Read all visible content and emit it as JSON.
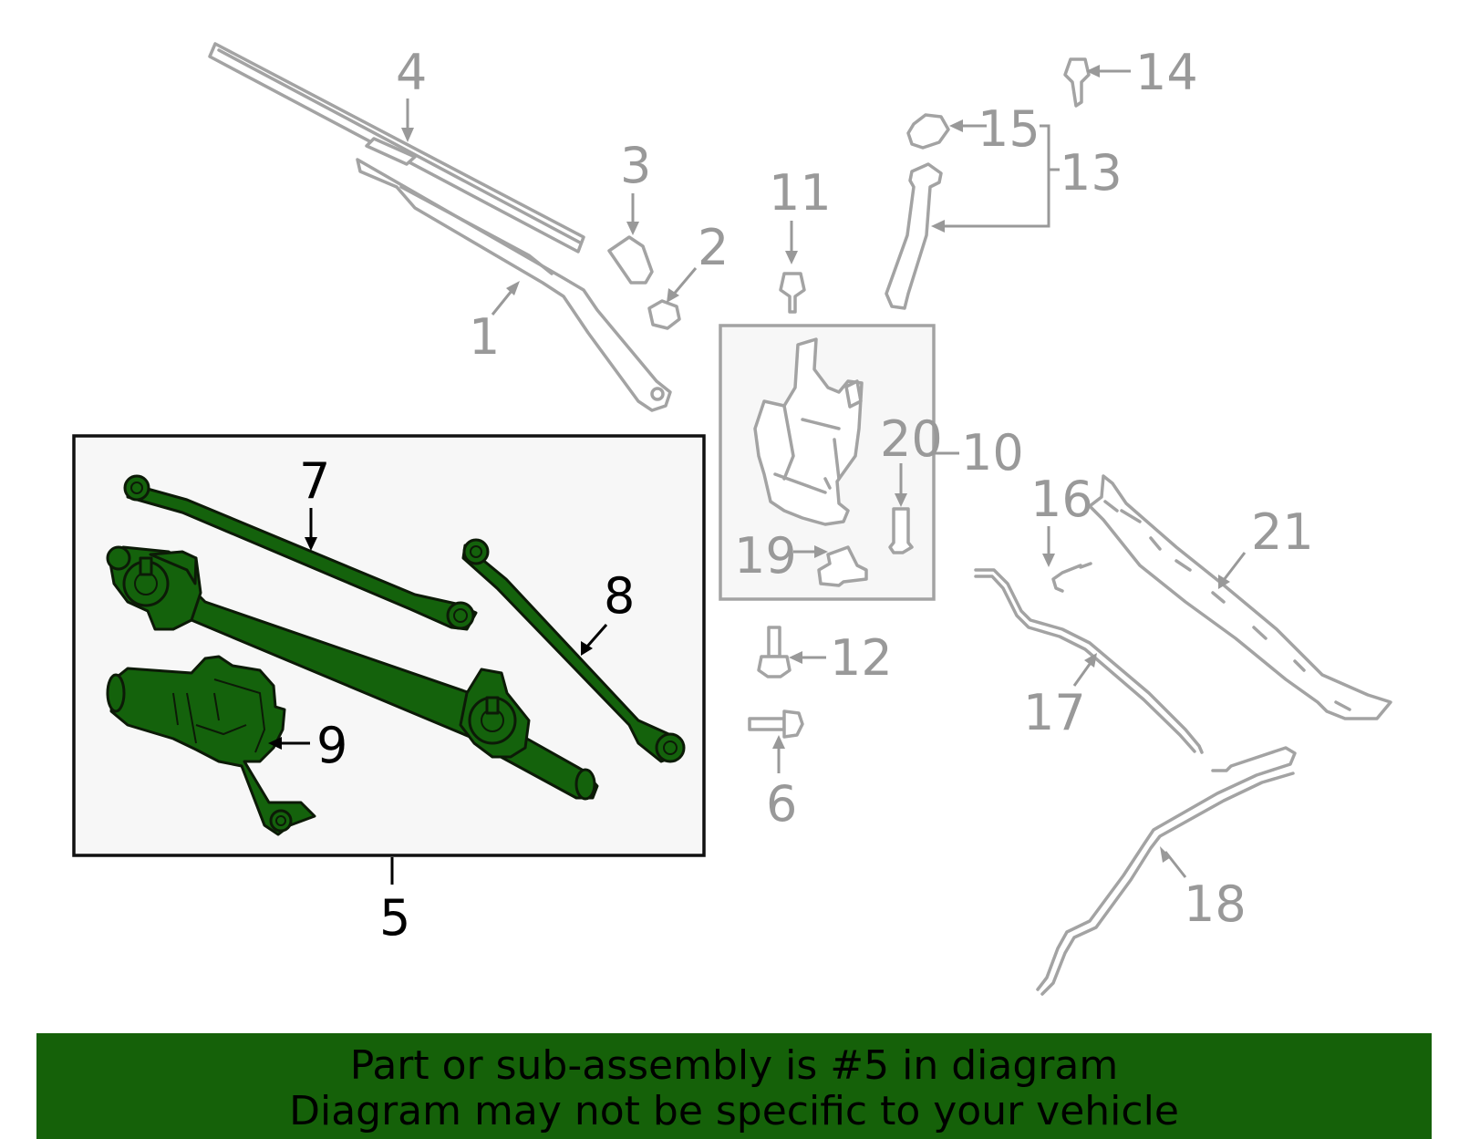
{
  "callouts": {
    "n1": "1",
    "n2": "2",
    "n3": "3",
    "n4": "4",
    "n5": "5",
    "n6": "6",
    "n7": "7",
    "n8": "8",
    "n9": "9",
    "n10": "10",
    "n11": "11",
    "n12": "12",
    "n13": "13",
    "n14": "14",
    "n15": "15",
    "n16": "16",
    "n17": "17",
    "n18": "18",
    "n19": "19",
    "n20": "20",
    "n21": "21"
  },
  "banner": {
    "line1": "Part or sub-assembly is #5 in diagram",
    "line2": "Diagram may not be specific to your vehicle"
  },
  "colors": {
    "highlight": "#14620c",
    "banner": "#156109",
    "part_outline": "#a3a3a3",
    "callout_grey": "#999999",
    "callout_black": "#000000"
  }
}
